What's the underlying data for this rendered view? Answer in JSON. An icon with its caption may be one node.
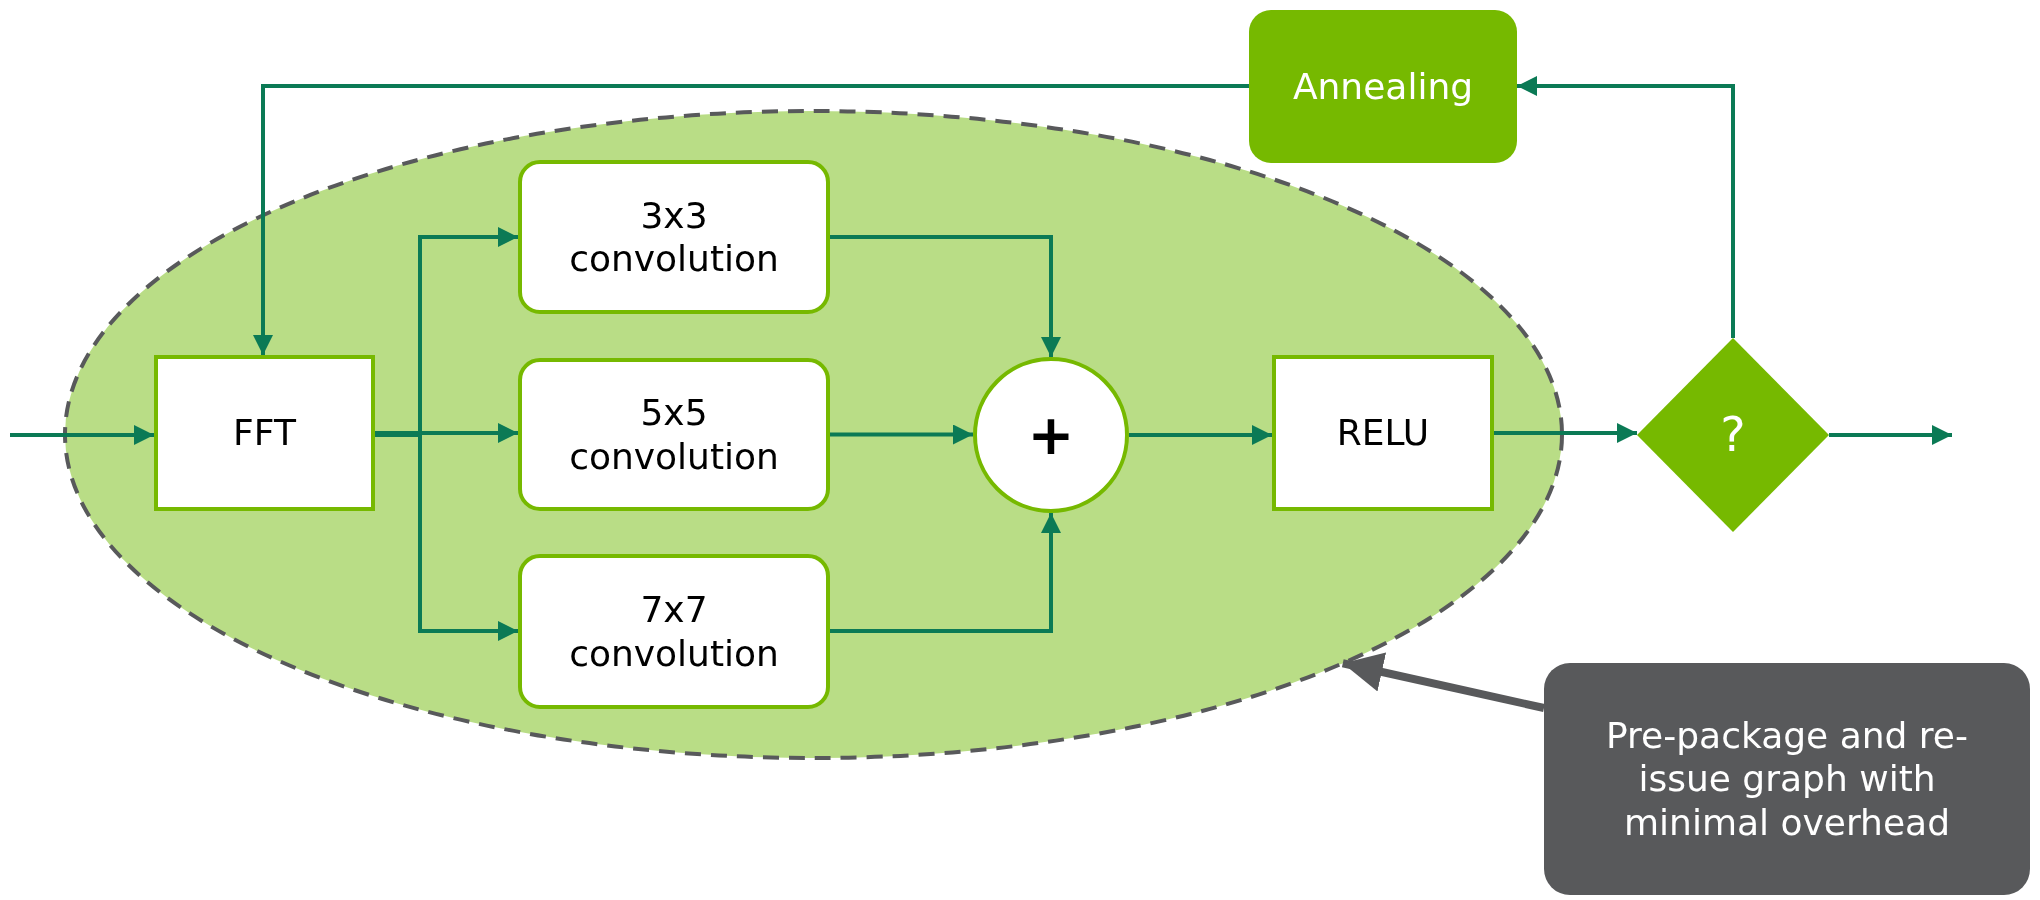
{
  "diagram": {
    "nodes": [
      {
        "text": [],
        "shape": "ellipse"
      },
      {
        "text": [
          "FFT"
        ],
        "in": 0
      },
      {
        "text": [
          "3x3 convolution"
        ],
        "in": 0
      },
      {
        "text": [
          "5x5 convolution"
        ],
        "in": 0
      },
      {
        "text": [
          "7x7 convolution"
        ],
        "in": 0
      },
      {
        "text": [
          "+"
        ],
        "in": 0
      },
      {
        "text": [
          "RELU"
        ],
        "in": 0
      },
      {
        "text": [
          "?"
        ]
      },
      {
        "text": [
          "Annealing"
        ]
      },
      {
        "text": [
          "Pre-package and re-issue graph with minimal overhead"
        ]
      }
    ],
    "edges": [
      {
        "from": null,
        "to": 1,
        "arrow": "to"
      },
      {
        "from": 1,
        "to": 2,
        "arrow": "to"
      },
      {
        "from": 1,
        "to": 3,
        "arrow": "to"
      },
      {
        "from": 1,
        "to": 4,
        "arrow": "to"
      },
      {
        "from": 2,
        "to": 5,
        "arrow": "to"
      },
      {
        "from": 3,
        "to": 5,
        "arrow": "to"
      },
      {
        "from": 4,
        "to": 5,
        "arrow": "to"
      },
      {
        "from": 5,
        "to": 6,
        "arrow": "to"
      },
      {
        "from": 6,
        "to": 7,
        "arrow": "to"
      },
      {
        "from": 7,
        "to": null,
        "arrow": "to"
      },
      {
        "from": 7,
        "to": 8,
        "arrow": "to"
      },
      {
        "from": 8,
        "to": 1,
        "arrow": "to"
      },
      {
        "from": 9,
        "to": 0,
        "arrow": "to",
        "style": "thick",
        "color": "#58595b"
      }
    ]
  }
}
